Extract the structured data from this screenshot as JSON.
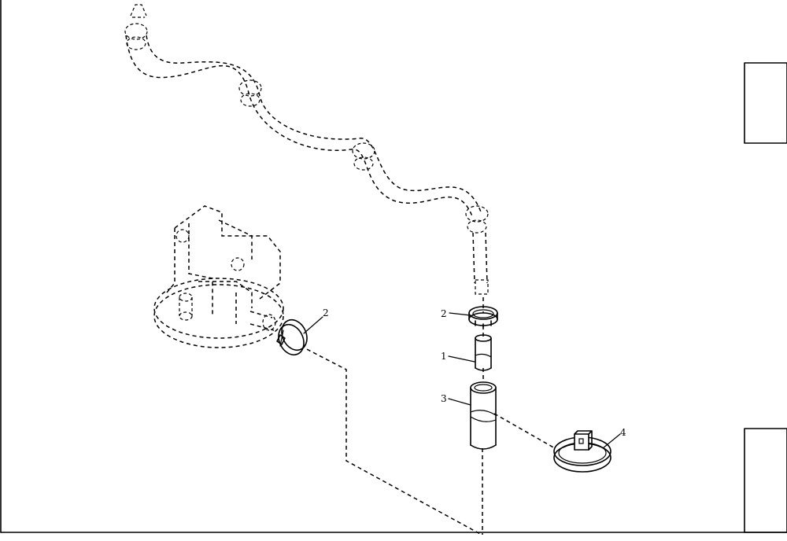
{
  "callouts": {
    "clamp_left": "2",
    "clamp_right": "2",
    "sleeve": "1",
    "tube": "3",
    "clip": "4"
  }
}
